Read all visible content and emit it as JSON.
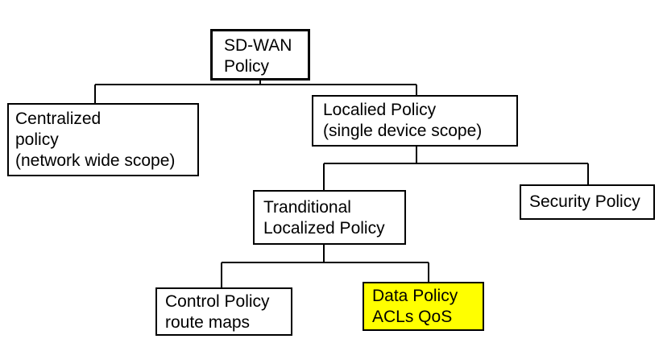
{
  "diagram": {
    "colors": {
      "line": "#000000",
      "node_fill": "#ffffff",
      "highlight_fill": "#ffff00"
    },
    "nodes": {
      "root": {
        "lines": [
          "SD-WAN",
          "Policy"
        ]
      },
      "centralized": {
        "lines": [
          "Centralized",
          "policy",
          "(network wide scope)"
        ]
      },
      "localized": {
        "lines": [
          "Localied Policy",
          "(single device scope)"
        ]
      },
      "traditional_localized": {
        "lines": [
          "Tranditional",
          "Localized Policy"
        ]
      },
      "security": {
        "lines": [
          "Security Policy"
        ]
      },
      "control": {
        "lines": [
          "Control Policy",
          "route maps"
        ]
      },
      "data": {
        "lines": [
          "Data Policy",
          "ACLs QoS"
        ],
        "highlighted": true
      }
    }
  }
}
